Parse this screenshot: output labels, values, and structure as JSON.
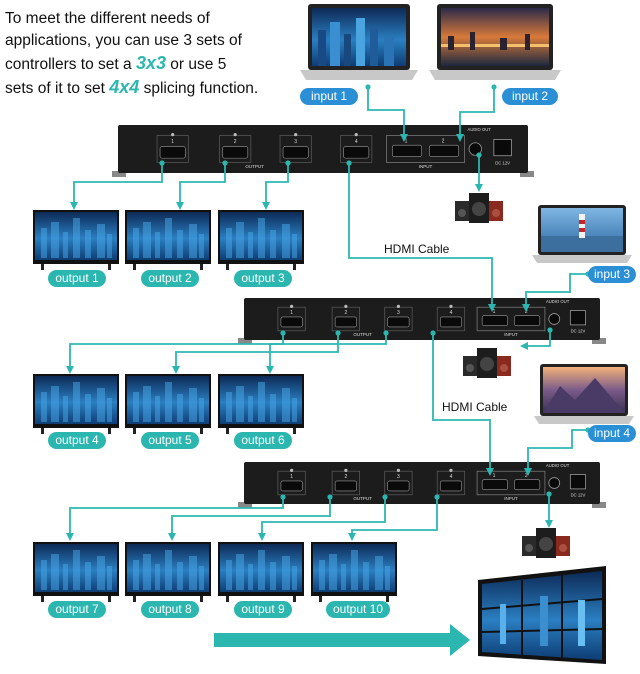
{
  "headline": {
    "l1": "To meet the different needs of",
    "l2": "applications, you can use 3 sets of",
    "l3a": "controllers to set a ",
    "l3b": "3x3",
    "l3c": " or use 5",
    "l4a": "sets of it to set ",
    "l4b": "4x4",
    "l4c": " splicing function."
  },
  "inputs": [
    "input 1",
    "input 2",
    "input 3",
    "input 4"
  ],
  "outputs": [
    "output 1",
    "output 2",
    "output 3",
    "output 4",
    "output 5",
    "output 6",
    "output 7",
    "output 8",
    "output 9",
    "output 10"
  ],
  "cables": [
    "HDMI Cable",
    "HDMI Cable"
  ],
  "device": {
    "output_label": "OUTPUT",
    "input_label": "INPUT",
    "audio_label": "AUDIO OUT",
    "dc_label": "DC 12V",
    "port_numbers": [
      "1",
      "2",
      "3",
      "4"
    ]
  },
  "colors": {
    "teal": "#2bb7b0",
    "blue": "#2b8fd6",
    "device": "#1c1c1c"
  }
}
